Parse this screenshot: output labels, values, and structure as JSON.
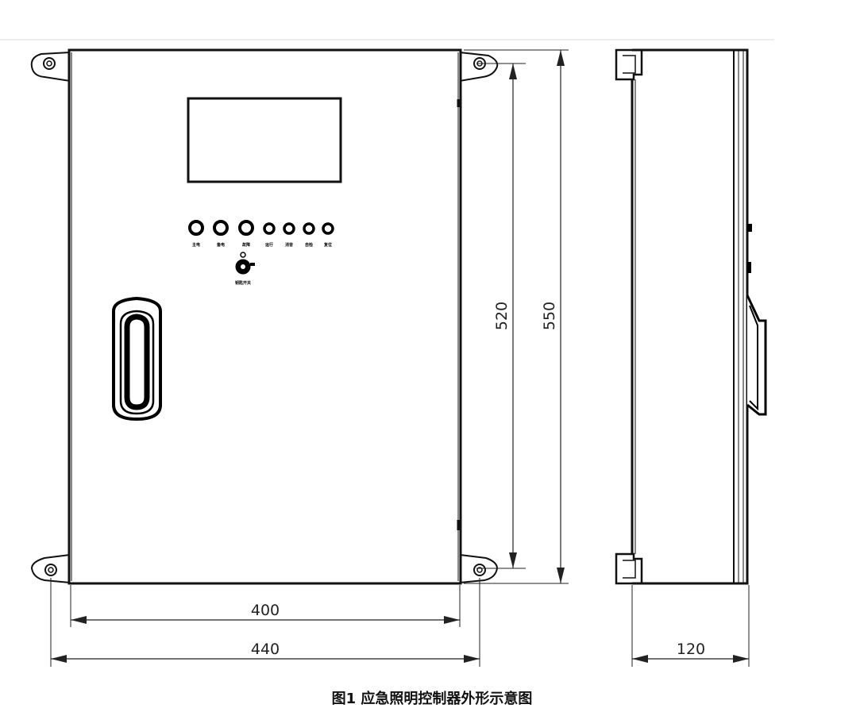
{
  "dimensions": {
    "inner_width": "400",
    "outer_width": "440",
    "inner_height": "520",
    "outer_height": "550",
    "depth": "120"
  },
  "caption": "图1  应急照明控制器外形示意图",
  "panel": {
    "indicator_labels": [
      "主电",
      "备电",
      "故障",
      "运行",
      "消音",
      "自检",
      "复位"
    ],
    "key_label": "钥匙开关"
  }
}
